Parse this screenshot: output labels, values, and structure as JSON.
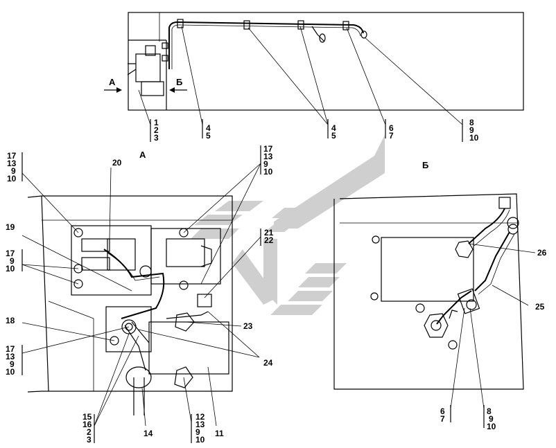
{
  "views": {
    "a": "А",
    "b": "Б"
  },
  "arrows": {
    "a": "А",
    "b": "Б"
  },
  "top_callouts": [
    {
      "id": "t1",
      "lines": [
        "1",
        "2",
        "3"
      ]
    },
    {
      "id": "t2",
      "lines": [
        "4",
        "5"
      ]
    },
    {
      "id": "t3",
      "lines": [
        "4",
        "5"
      ]
    },
    {
      "id": "t4",
      "lines": [
        "6",
        "7"
      ]
    },
    {
      "id": "t5",
      "lines": [
        "8",
        "9",
        "10"
      ]
    }
  ],
  "view_a_callouts": [
    {
      "id": "a1",
      "lines": [
        "17",
        "13",
        "9",
        "10"
      ]
    },
    {
      "id": "a2",
      "lines": [
        "20"
      ]
    },
    {
      "id": "a3",
      "lines": [
        "17",
        "13",
        "9",
        "10"
      ]
    },
    {
      "id": "a4",
      "lines": [
        "19"
      ]
    },
    {
      "id": "a5",
      "lines": [
        "21",
        "22"
      ]
    },
    {
      "id": "a6",
      "lines": [
        "17",
        "9",
        "10"
      ]
    },
    {
      "id": "a7",
      "lines": [
        "18"
      ]
    },
    {
      "id": "a8",
      "lines": [
        "23"
      ]
    },
    {
      "id": "a9",
      "lines": [
        "17",
        "13",
        "9",
        "10"
      ]
    },
    {
      "id": "a10",
      "lines": [
        "24"
      ]
    },
    {
      "id": "a11",
      "lines": [
        "15",
        "16",
        "2",
        "3"
      ]
    },
    {
      "id": "a12",
      "lines": [
        "14"
      ]
    },
    {
      "id": "a13",
      "lines": [
        "12",
        "13",
        "9",
        "10"
      ]
    },
    {
      "id": "a14",
      "lines": [
        "11"
      ]
    }
  ],
  "view_b_callouts": [
    {
      "id": "b1",
      "lines": [
        "26"
      ]
    },
    {
      "id": "b2",
      "lines": [
        "25"
      ]
    },
    {
      "id": "b3",
      "lines": [
        "6",
        "7"
      ]
    },
    {
      "id": "b4",
      "lines": [
        "8",
        "9",
        "10"
      ]
    }
  ],
  "watermark": {
    "color": "#c8c8c8"
  }
}
